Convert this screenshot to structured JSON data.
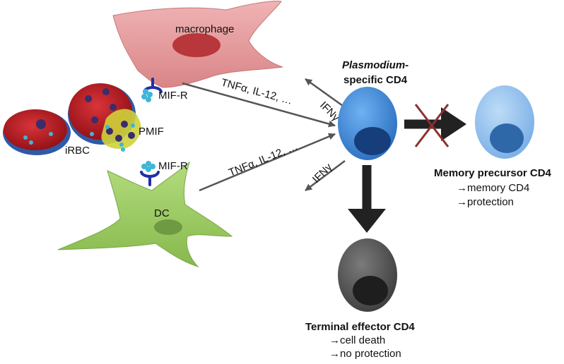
{
  "labels": {
    "macrophage": "macrophage",
    "mif_r_top": "MIF-R",
    "pmif": "PMIF",
    "irbc": "iRBC",
    "mif_r_bottom": "MIF-R",
    "dc": "DC",
    "cytokines_top": "TNFα, IL-12, …",
    "cytokines_bottom": "TNFα, IL-12, …",
    "ifng_top": "IFNγ",
    "ifng_bottom": "IFNγ",
    "cd4_title_italic": "Plasmodium-",
    "cd4_title_rest": "specific CD4",
    "memory_title": "Memory precursor CD4",
    "memory_line1": "→memory CD4",
    "memory_line2": "→protection",
    "effector_title": "Terminal effector CD4",
    "effector_line1": "→cell death",
    "effector_line2": "→no protection"
  },
  "colors": {
    "macrophage_body": "#e8a0a2",
    "macrophage_nucleus": "#b8373a",
    "dc_body": "#9cc963",
    "dc_nucleus": "#6d9a42",
    "rbc": "#b5151b",
    "parasite": "#3a2d6b",
    "pmif_cloud": "#cfd13a",
    "mif_particle": "#3fb6d6",
    "receptor": "#1e2fa8",
    "cd4_blue": "#3b8de0",
    "cd4_blue_nucleus": "#153e7a",
    "memory_blue": "#8fc0ee",
    "memory_nucleus": "#2f68a8",
    "effector_gray": "#5b5b5b",
    "effector_nucleus": "#1e1e1e",
    "arrow_thin": "#555555",
    "arrow_thick": "#222222",
    "cross": "#8b3030"
  }
}
